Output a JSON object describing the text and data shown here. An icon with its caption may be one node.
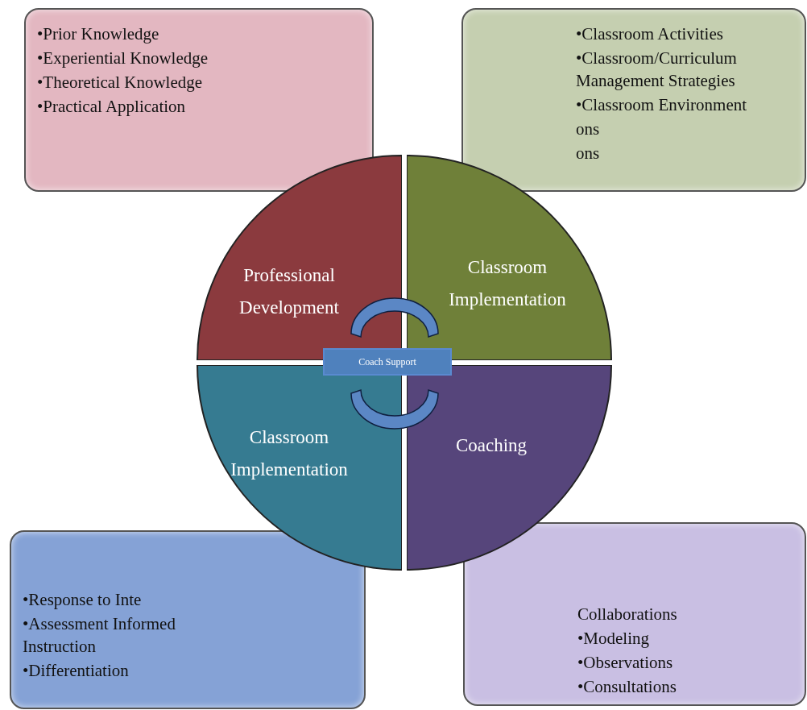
{
  "diagram": {
    "nodes": [
      {
        "text": [
          "•Prior Knowledge",
          "•Experiential Knowledge",
          "•Theoretical Knowledge",
          "•Practical Application"
        ]
      },
      {
        "text": [
          "•Classroom Activities",
          "•Classroom/Curriculum Management Strategies",
          "•Classroom Environment",
          "ons",
          "ons"
        ]
      },
      {
        "text": [
          "Professional Development"
        ]
      },
      {
        "text": [
          "Classroom Implementation"
        ]
      },
      {
        "text": [
          "Coach Support"
        ]
      },
      {
        "text": [
          "Classroom Implementation"
        ]
      },
      {
        "text": [
          "Coaching"
        ]
      },
      {
        "text": [
          "•Response to Inte",
          "•Assessment Informed Instruction",
          "•Differentiation"
        ]
      },
      {
        "text": [
          "Collaborations",
          "•Modeling",
          "•Observations",
          "•Consultations"
        ]
      }
    ],
    "edges": []
  }
}
